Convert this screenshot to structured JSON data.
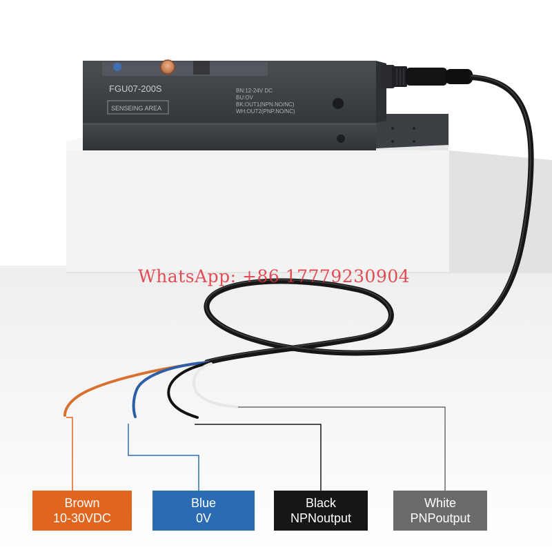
{
  "sensor": {
    "model": "FGU07-200S",
    "sensing_area": "SENSEING  AREA",
    "spec_lines": [
      "BN:12-24V  DC",
      "BU:OV",
      "BK:OUT1(NPN.NO/NC)",
      "WH:OUT2(PNP.NO/NC)"
    ]
  },
  "watermark": "WhatsApp: +86 17779230904",
  "wires": [
    {
      "name": "Brown",
      "desc": "10-30VDC",
      "color": "#e0651e"
    },
    {
      "name": "Blue",
      "desc": "0V",
      "color": "#2a6bb4"
    },
    {
      "name": "Black",
      "desc": "NPNoutput",
      "color": "#161616"
    },
    {
      "name": "White",
      "desc": "PNPoutput",
      "color": "#6b6b6b"
    }
  ]
}
